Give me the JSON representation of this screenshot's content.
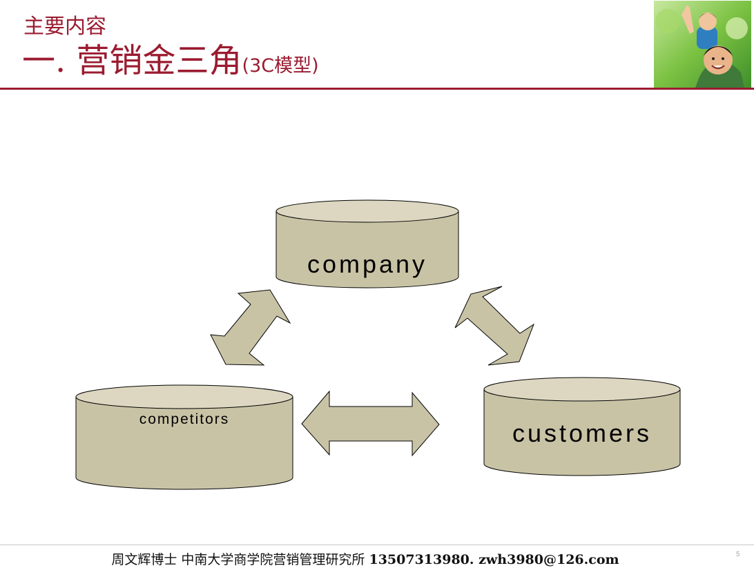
{
  "header": {
    "subtitle": "主要内容",
    "title_main": "一. 营销金三角",
    "title_paren": "(3C模型)"
  },
  "diagram": {
    "nodes": {
      "company": "company",
      "competitors": "competitors",
      "customers": "customers"
    },
    "colors": {
      "fill": "#c9c3a6",
      "top_fill": "#ddd7c1",
      "stroke": "#000000",
      "title": "#9b1b30"
    }
  },
  "footer": {
    "author_org": "周文辉博士 中南大学商学院营销管理研究所",
    "contact": "13507313980. zwh3980@126.com",
    "page_number": "5"
  }
}
